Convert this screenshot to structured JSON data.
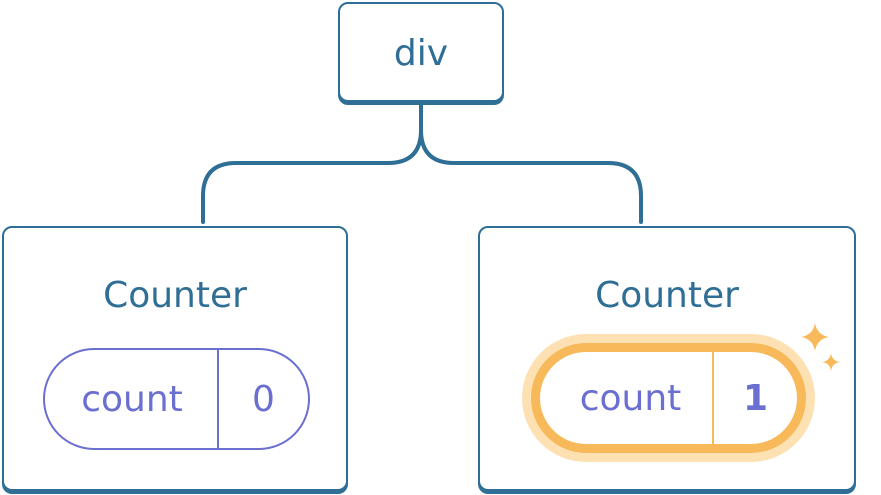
{
  "root": {
    "label": "div"
  },
  "children": [
    {
      "title": "Counter",
      "state_name": "count",
      "state_value": "0",
      "highlighted": false
    },
    {
      "title": "Counter",
      "state_name": "count",
      "state_value": "1",
      "highlighted": true
    }
  ],
  "colors": {
    "node_border": "#2f6f96",
    "state_text": "#6a6fd0",
    "highlight": "#f8b95a",
    "highlight_glow": "#fde1b3"
  },
  "icons": {
    "update_indicator": "sparkle-icon"
  }
}
